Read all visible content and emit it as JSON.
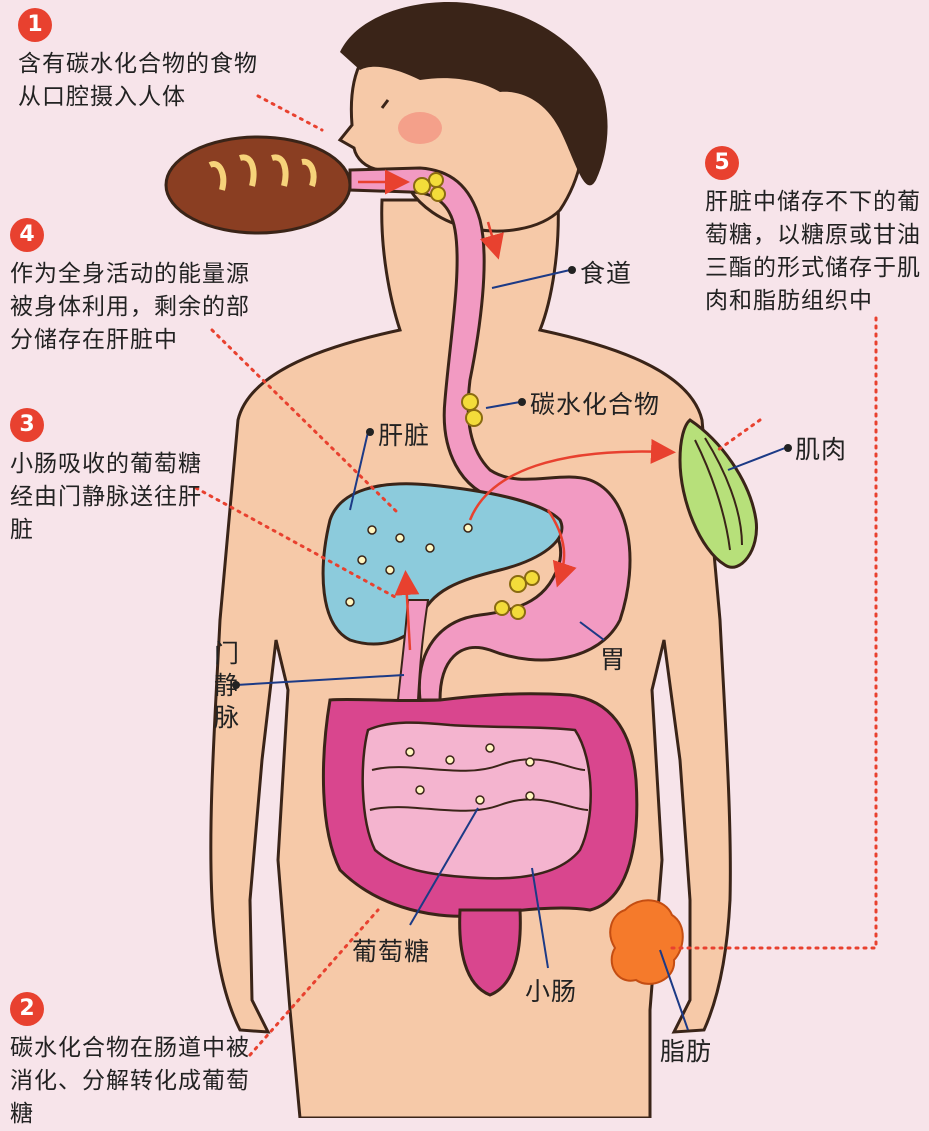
{
  "steps": [
    {
      "num": "1",
      "text": "含有碳水化合物的食物从口腔摄入人体"
    },
    {
      "num": "2",
      "text": "碳水化合物在肠道中被消化、分解转化成葡萄糖"
    },
    {
      "num": "3",
      "text": "小肠吸收的葡萄糖经由门静脉送往肝脏"
    },
    {
      "num": "4",
      "text": "作为全身活动的能量源被身体利用，剩余的部分储存在肝脏中"
    },
    {
      "num": "5",
      "text": "肝脏中储存不下的葡萄糖，以糖原或甘油三酯的形式储存于肌肉和脂肪组织中"
    }
  ],
  "labels": {
    "esophagus": "食道",
    "carbohydrate": "碳水化合物",
    "liver": "肝脏",
    "muscle": "肌肉",
    "stomach": "胃",
    "portal_vein": "门静脉",
    "glucose": "葡萄糖",
    "small_intestine": "小肠",
    "fat": "脂肪"
  },
  "colors": {
    "skin": "#f6c9a8",
    "hair": "#3a2418",
    "tract": "#f29ac2",
    "liver": "#8ccbdc",
    "large_intestine": "#d9468e",
    "muscle": "#b7e07a",
    "fat": "#f57a2b",
    "glucose": "#f3dc3a",
    "arrow": "#e8412f",
    "step_badge": "#e8412f"
  }
}
